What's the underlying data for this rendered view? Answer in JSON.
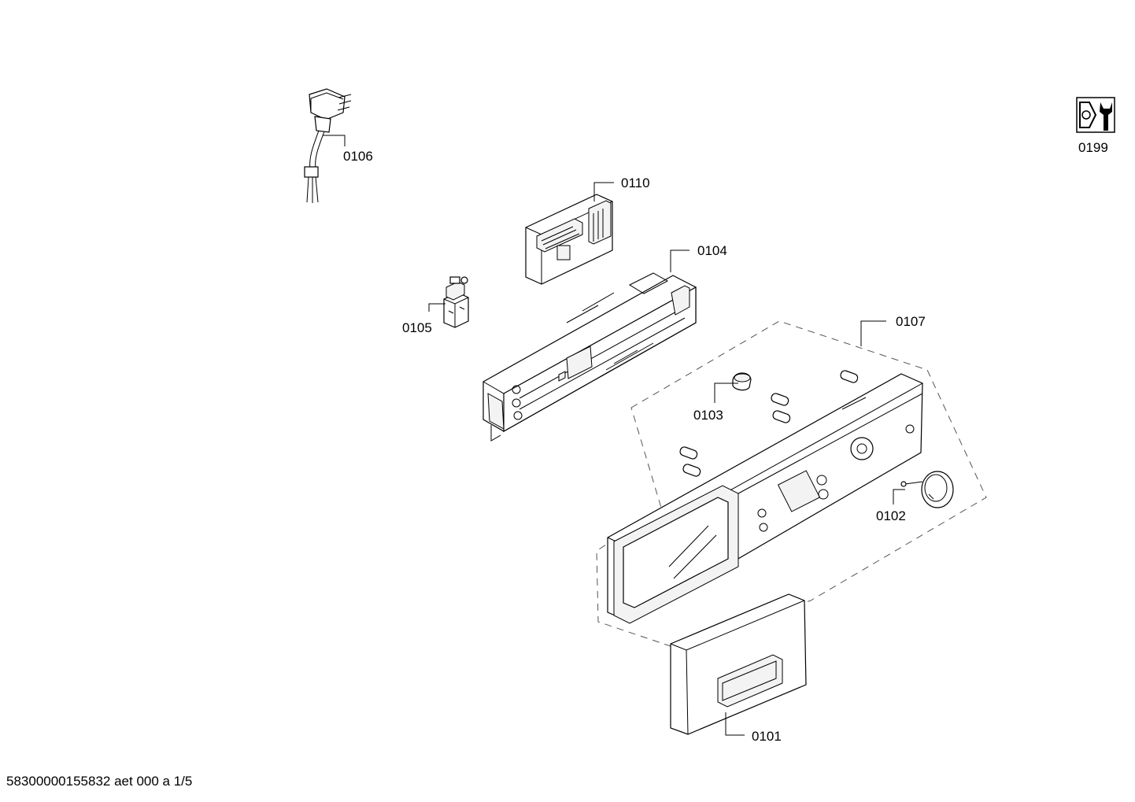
{
  "parts": [
    {
      "id": "p0106",
      "number": "0106"
    },
    {
      "id": "p0110",
      "number": "0110"
    },
    {
      "id": "p0104",
      "number": "0104"
    },
    {
      "id": "p0105",
      "number": "0105"
    },
    {
      "id": "p0107",
      "number": "0107"
    },
    {
      "id": "p0103",
      "number": "0103"
    },
    {
      "id": "p0102",
      "number": "0102"
    },
    {
      "id": "p0101",
      "number": "0101"
    },
    {
      "id": "p0199",
      "number": "0199"
    }
  ],
  "footer": {
    "doc_ref": "58300000155832 aet 000 a 1/5"
  }
}
